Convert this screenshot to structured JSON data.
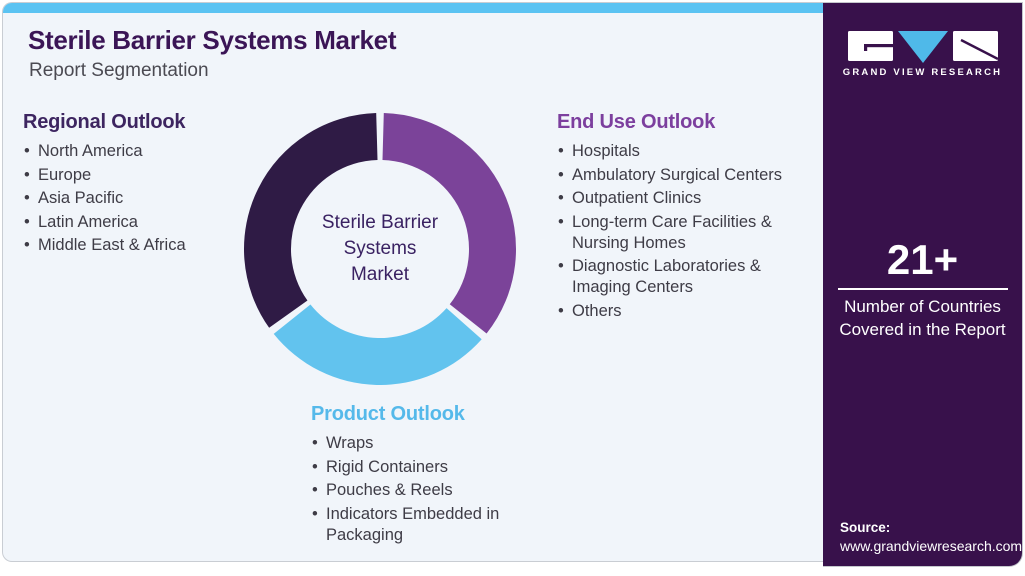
{
  "header": {
    "title": "Sterile Barrier Systems Market",
    "subtitle": "Report Segmentation"
  },
  "sections": {
    "regional": {
      "title": "Regional Outlook",
      "items": [
        "North America",
        "Europe",
        "Asia Pacific",
        "Latin America",
        "Middle East & Africa"
      ]
    },
    "end_use": {
      "title": "End Use Outlook",
      "items": [
        "Hospitals",
        "Ambulatory Surgical Centers",
        "Outpatient Clinics",
        "Long-term Care Facilities & Nursing Homes",
        "Diagnostic Laboratories & Imaging Centers",
        "Others"
      ]
    },
    "product": {
      "title": "Product Outlook",
      "items": [
        "Wraps",
        "Rigid Containers",
        "Pouches & Reels",
        "Indicators Embedded in Packaging"
      ]
    }
  },
  "chart_data": {
    "type": "donut",
    "title": "Sterile Barrier Systems Market segmentation",
    "center_label": "Sterile Barrier\nSystems\nMarket",
    "outer_radius": 136,
    "inner_radius": 89,
    "segments": [
      {
        "name": "end-use",
        "label": "End Use Outlook",
        "color": "#7B4399",
        "start_deg": 0,
        "end_deg": 130
      },
      {
        "name": "product",
        "label": "Product Outlook",
        "color": "#62C3EE",
        "start_deg": 130,
        "end_deg": 233
      },
      {
        "name": "regional",
        "label": "Regional Outlook",
        "color": "#2F1B45",
        "start_deg": 233,
        "end_deg": 360
      }
    ],
    "legend_position": "none"
  },
  "sidebar": {
    "logo_text": "GRAND VIEW RESEARCH",
    "stat_value": "21+",
    "stat_caption": "Number of Countries\nCovered in the Report",
    "source_label": "Source:",
    "source_url": "www.grandviewresearch.com"
  },
  "colors": {
    "top_bar": "#5BC3F2",
    "card_background": "#F1F5FA",
    "sidebar_background": "#38114B",
    "title_text": "#3B1556",
    "regional_header": "#3D2560",
    "end_use_header": "#7C3F9E",
    "product_header": "#55B9EA",
    "segment_dark_purple": "#2F1B45",
    "segment_mid_purple": "#7B4399",
    "segment_light_blue": "#62C3EE",
    "logo_triangle_blue": "#4FB9E9"
  }
}
